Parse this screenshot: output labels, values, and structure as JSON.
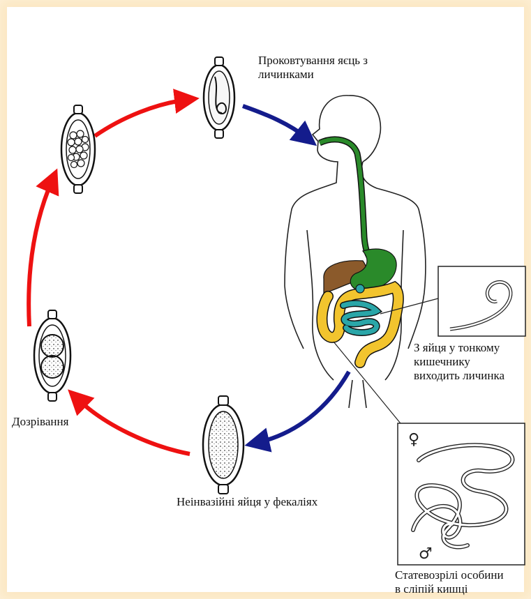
{
  "labels": {
    "swallow": [
      "Проковтування яєць з",
      "личинками"
    ],
    "maturation": "Дозрівання",
    "eggs_feces": "Неінвазійні яйця у фекаліях",
    "larva_line1": "З яйця у тонкому",
    "larva_line2": "кишечнику",
    "larva_line3": "виходить личинка",
    "adults_line1": "Статевозрілі особини",
    "adults_line2": "в сліпій кишці"
  },
  "symbols": {
    "female": "♀",
    "male": "♂"
  },
  "colors": {
    "red_arrow": "#ee1111",
    "blue_arrow": "#141c8c",
    "esophagus": "#2a8a2a",
    "liver": "#8b5a2b",
    "small_intestine": "#2aa6a8",
    "large_intestine": "#f2c42e",
    "background": "#fdf0d8"
  },
  "icons": [
    "egg-larva-icon",
    "egg-morula-icon",
    "egg-two-cell-icon",
    "egg-granular-icon",
    "human-body-icon",
    "larva-icon",
    "adult-worms-icon"
  ]
}
